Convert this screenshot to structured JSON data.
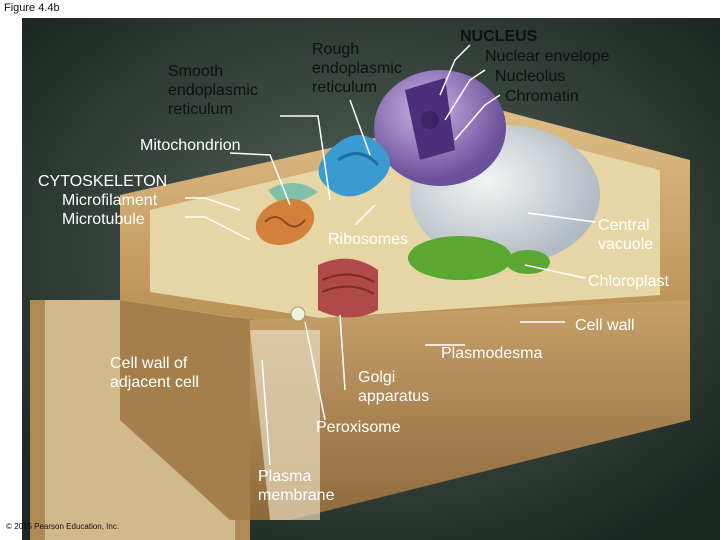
{
  "figure_label": "Figure 4.4b",
  "copyright": "© 2015 Pearson Education, Inc.",
  "labels": {
    "smooth_er": "Smooth\nendoplasmic\nreticulum",
    "rough_er": "Rough\nendoplasmic\nreticulum",
    "nucleus": "NUCLEUS",
    "nuclear_envelope": "Nuclear envelope",
    "nucleolus": "Nucleolus",
    "chromatin": "Chromatin",
    "mitochondrion": "Mitochondrion",
    "cytoskeleton": "CYTOSKELETON",
    "microfilament": "Microfilament",
    "microtubule": "Microtubule",
    "ribosomes": "Ribosomes",
    "central_vacuole": "Central\nvacuole",
    "chloroplast": "Chloroplast",
    "cell_wall": "Cell wall",
    "plasmodesma": "Plasmodesma",
    "cell_wall_adjacent": "Cell wall of\nadjacent cell",
    "golgi": "Golgi\napparatus",
    "peroxisome": "Peroxisome",
    "plasma_membrane": "Plasma\nmembrane"
  },
  "colors": {
    "background": "#3a4a40",
    "cell_wall": "#c8a46a",
    "nucleus": "#9b7ec8",
    "chloroplast": "#5aa832",
    "golgi": "#b04a4a",
    "mitochondrion": "#d2803c",
    "rough_er": "#3a9ad2",
    "vacuole": "#dfe6ee"
  }
}
